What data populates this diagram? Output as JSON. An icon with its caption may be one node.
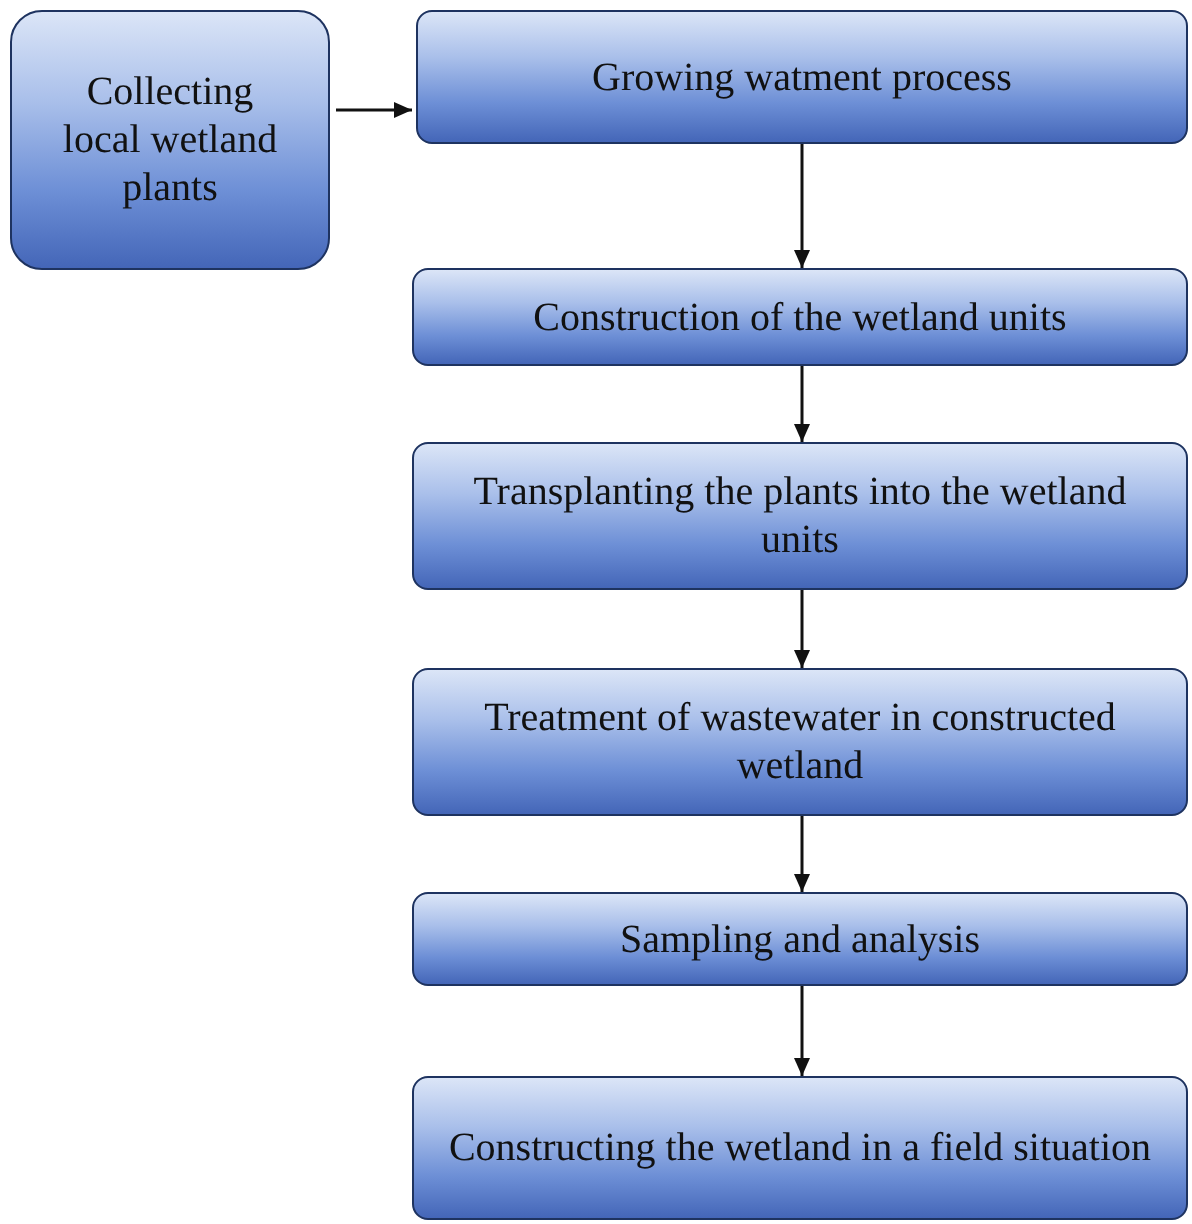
{
  "diagram": {
    "nodes": [
      {
        "text": [
          "Collecting local wetland plants"
        ]
      },
      {
        "text": [
          "Growing watment process"
        ]
      },
      {
        "text": [
          "Construction of the wetland units"
        ]
      },
      {
        "text": [
          "Transplanting the plants into the wetland units"
        ]
      },
      {
        "text": [
          "Treatment of wastewater in constructed wetland"
        ]
      },
      {
        "text": [
          "Sampling and analysis"
        ]
      },
      {
        "text": [
          "Constructing the wetland in a field situation"
        ]
      }
    ],
    "edges": [
      {
        "from": 0,
        "to": 1,
        "arrow": "to"
      },
      {
        "from": 1,
        "to": 2,
        "arrow": "to"
      },
      {
        "from": 2,
        "to": 3,
        "arrow": "to"
      },
      {
        "from": 3,
        "to": 4,
        "arrow": "to"
      },
      {
        "from": 4,
        "to": 5,
        "arrow": "to"
      },
      {
        "from": 5,
        "to": 6,
        "arrow": "to"
      }
    ]
  }
}
